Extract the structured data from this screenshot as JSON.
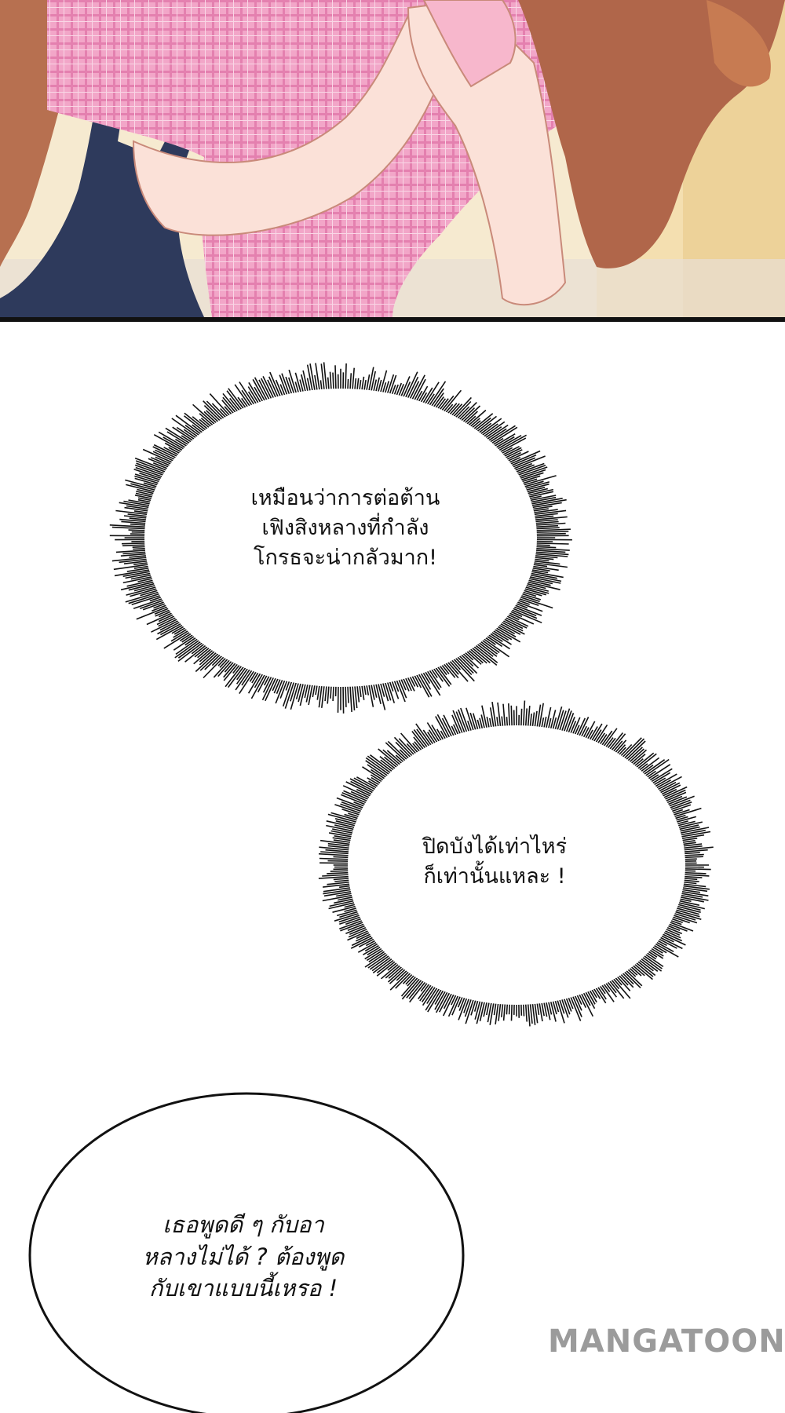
{
  "bubbles": [
    {
      "lines": [
        "เหมือนว่าการต่อต้าน",
        "เฟิงสิงหลางที่กำลัง",
        "โกรธจะน่ากลัวมาก!"
      ]
    },
    {
      "lines": [
        "ปิดบังได้เท่าไหร่",
        "ก็เท่านั้นแหละ !"
      ]
    },
    {
      "lines": [
        "เธอพูดดี ๆ กับอา",
        "หลางไม่ได้ ? ต้องพูด",
        "กับเขาแบบนี้เหรอ !"
      ]
    }
  ],
  "watermark": "MANGATOON",
  "colors": {
    "shirt": "#f2a6c8",
    "skin": "#fbe1d8",
    "hair": "#b0664a",
    "bag": "#2e3a5c",
    "background": "#f6ead0"
  }
}
